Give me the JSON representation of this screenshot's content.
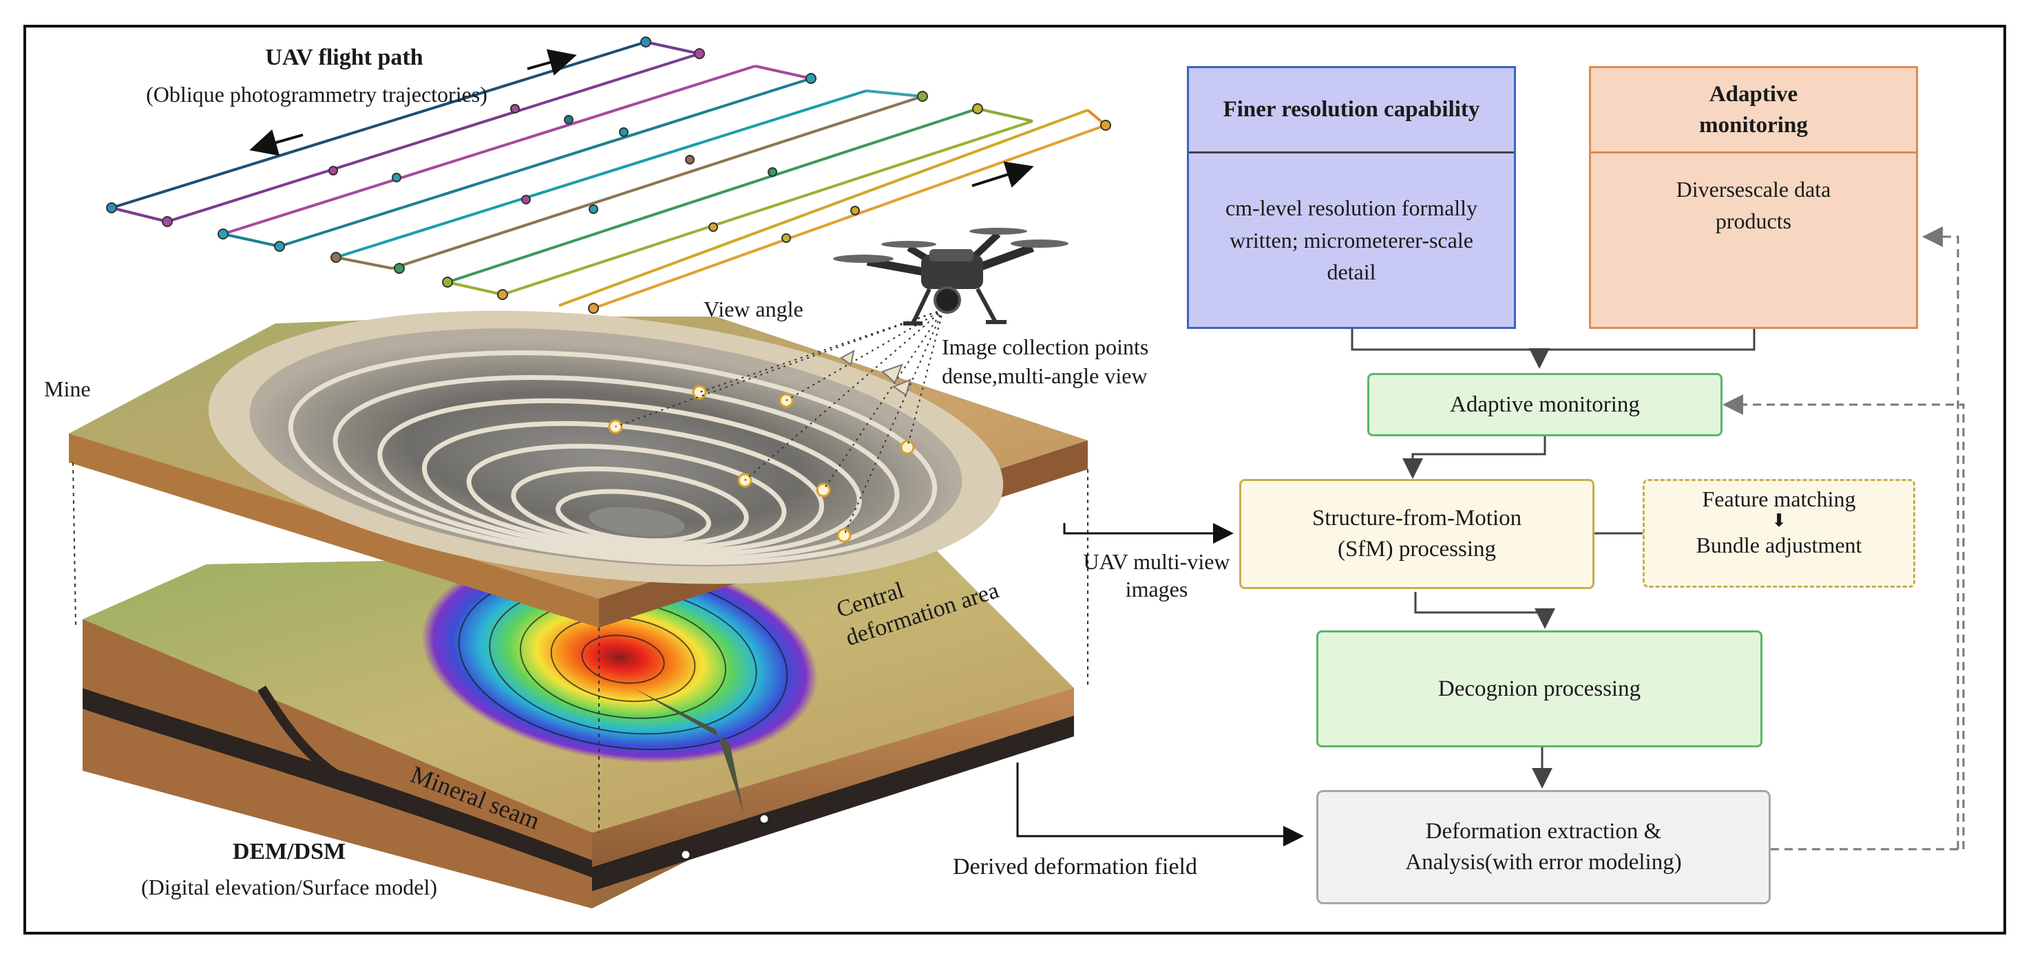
{
  "colors": {
    "blue_fill": "#c9c9f5",
    "blue_border": "#3b63c4",
    "orange_fill": "#f7d7c2",
    "orange_border": "#e08a4f",
    "green_fill": "#e3f6dc",
    "green_border": "#5bb56a",
    "cream_fill": "#fdf8e6",
    "cream_border": "#c8ad4d",
    "gray_fill": "#f1f1f1",
    "gray_border": "#a6a6a6",
    "dashed_line": "#777777"
  },
  "illustration": {
    "flight_path_title": "UAV flight path",
    "flight_path_subtitle": "(Oblique photogrammetry trajectories)",
    "view_angle": "View angle",
    "image_collection": "Image collection points dense,multi-angle view",
    "mine": "Mine",
    "uav_images": "UAV multi-view images",
    "central_area": "Central deformation area",
    "mineral_seam": "Mineral seam",
    "dem_title": "DEM/DSM",
    "dem_subtitle": "(Digital elevation/Surface model)",
    "derived_field": "Derived deformation field"
  },
  "flowchart": {
    "finer": {
      "header": "Finer resolution capability",
      "body": "cm-level resolution formally written; micrometerer-scale detail"
    },
    "adaptive_top": {
      "header": "Adaptive monitoring",
      "body": "Diversescale data products"
    },
    "adaptive_mid": "Adaptive monitoring",
    "sfm": "Structure-from-Motion (SfM) processing",
    "feature_matching": "Feature matching",
    "down_arrow": "⬇",
    "bundle_adjustment": "Bundle adjustment",
    "decognion": "Decognion processing",
    "deformation": "Deformation extraction & Analysis(with error modeling)"
  }
}
